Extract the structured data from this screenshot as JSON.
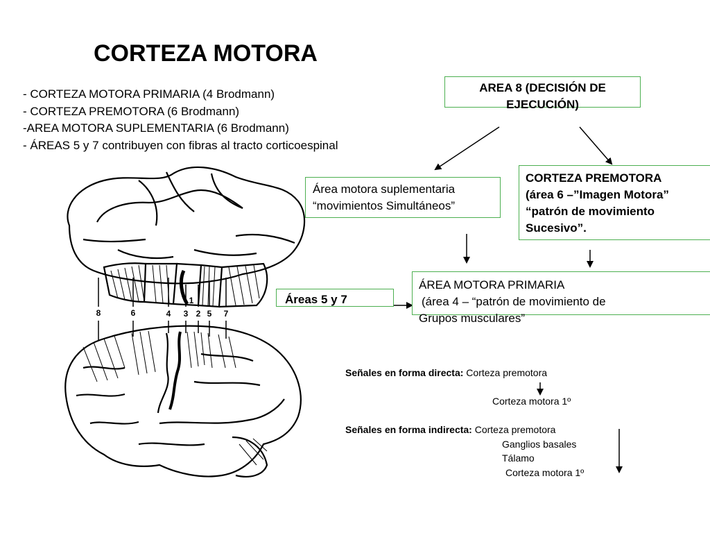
{
  "title": "CORTEZA MOTORA",
  "bullets": [
    "- CORTEZA MOTORA PRIMARIA (4 Brodmann)",
    "- CORTEZA PREMOTORA (6 Brodmann)",
    "-AREA MOTORA SUPLEMENTARIA (6 Brodmann)",
    "- ÁREAS 5 y 7 contribuyen con fibras al tracto corticoespinal"
  ],
  "boxes": {
    "area8": [
      "AREA 8 (DECISIÓN DE",
      "EJECUCIÓN)"
    ],
    "suplementaria": [
      "Área motora suplementaria",
      "“movimientos Simultáneos”"
    ],
    "premotora": [
      "CORTEZA PREMOTORA",
      "(área 6 –”Imagen Motora”",
      "“patrón de movimiento",
      "Sucesivo”."
    ],
    "primaria": [
      "ÁREA MOTORA PRIMARIA",
      "(área 4 – “patrón de movimiento de",
      "Grupos musculares”"
    ],
    "areas57": "Áreas 5 y 7"
  },
  "signals": {
    "direct_label": "Señales en forma directa:",
    "direct_1": "Corteza premotora",
    "direct_2": "Corteza motora 1º",
    "indirect_label": "Señales en forma indirecta:",
    "indirect_1": "Corteza premotora",
    "indirect_2": "Ganglios basales",
    "indirect_3": "Tálamo",
    "indirect_4": "Corteza motora 1º"
  },
  "brain_labels": [
    "8",
    "6",
    "4",
    "3",
    "2",
    "5",
    "7",
    "1"
  ],
  "colors": {
    "box_border": "#4caf50",
    "ink": "#000000"
  }
}
